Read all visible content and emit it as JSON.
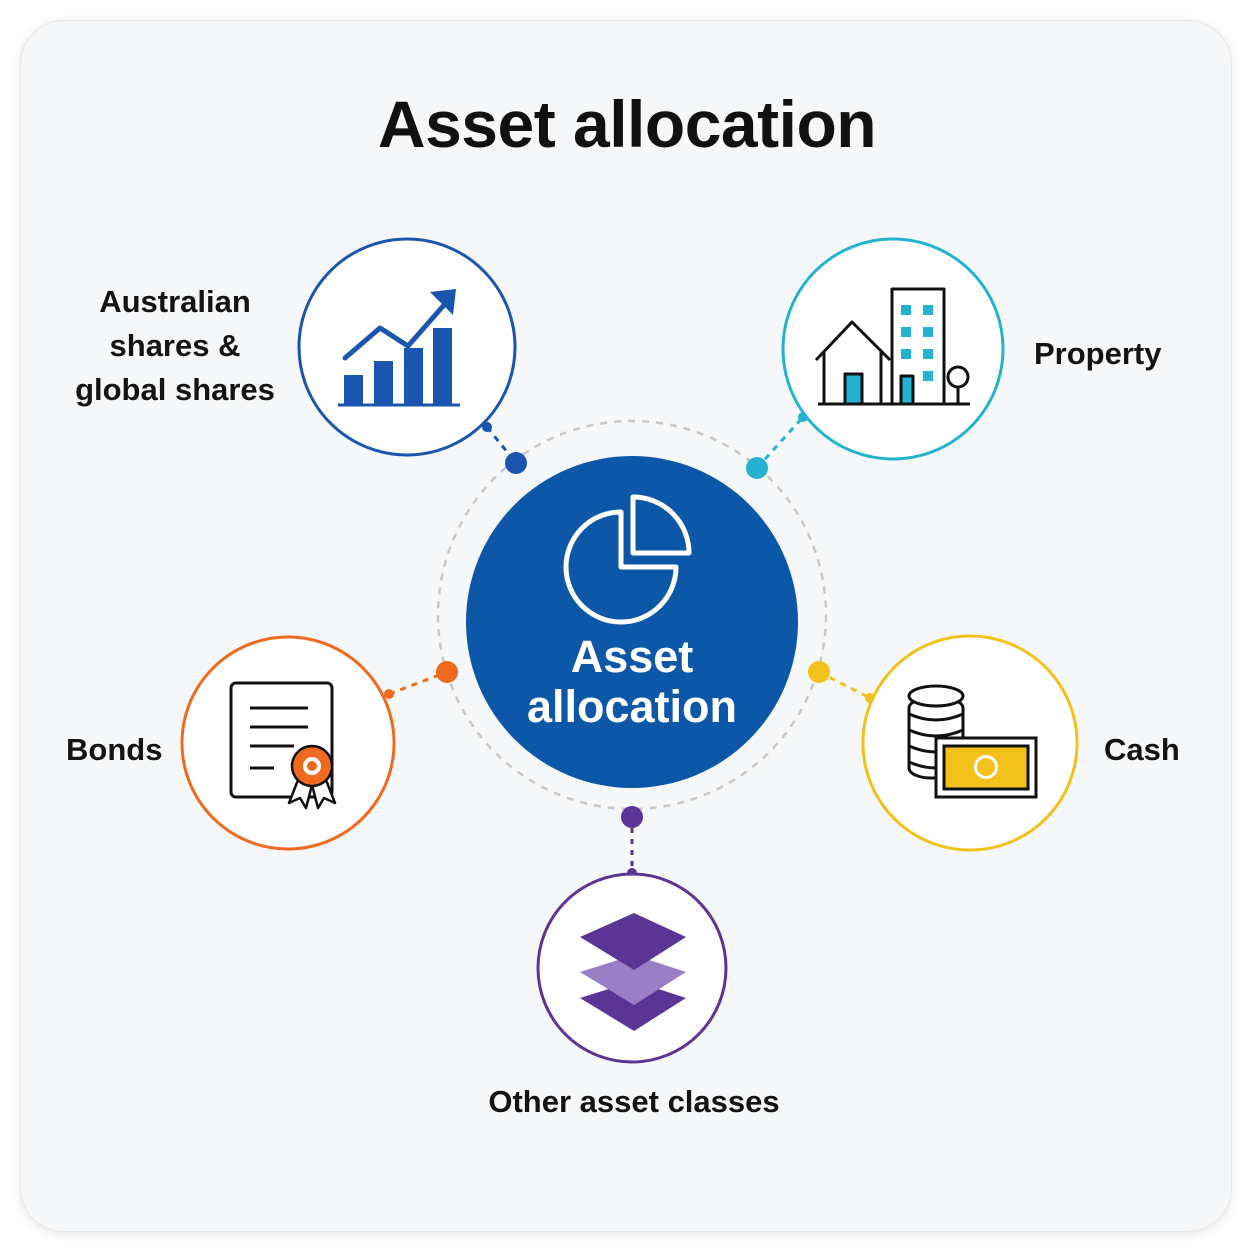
{
  "title": "Asset allocation",
  "center": {
    "line1": "Asset",
    "line2": "allocation",
    "icon": "pie-chart-icon"
  },
  "asset_classes": [
    {
      "id": "shares",
      "label_lines": [
        "Australian",
        "shares &",
        "global shares"
      ],
      "icon": "bar-chart-trend-icon",
      "color": "#1a56b0"
    },
    {
      "id": "property",
      "label": "Property",
      "icon": "buildings-icon",
      "color": "#23b3d1"
    },
    {
      "id": "bonds",
      "label": "Bonds",
      "icon": "certificate-icon",
      "color": "#ef6a1f"
    },
    {
      "id": "cash",
      "label": "Cash",
      "icon": "coins-banknote-icon",
      "color": "#f2c11c"
    },
    {
      "id": "other",
      "label": "Other asset classes",
      "icon": "layers-icon",
      "color": "#5a3596"
    }
  ],
  "colors": {
    "center_fill": "#0c57a8",
    "background": "#f6f7f8",
    "dashed_ring": "#c8c8c8"
  }
}
